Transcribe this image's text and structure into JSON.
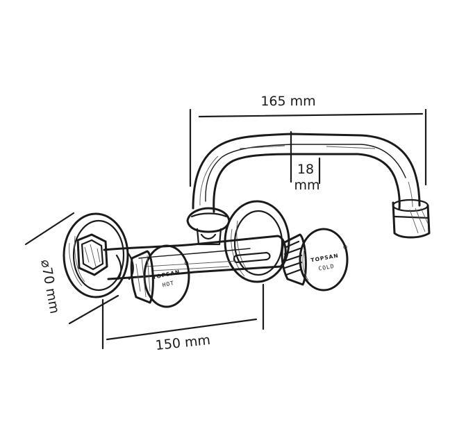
{
  "dimensions": {
    "spout_reach": "165 mm",
    "spout_diameter_value": "18",
    "spout_diameter_unit": "mm",
    "rosette_diameter": "⌀70 mm",
    "center_distance": "150 mm"
  },
  "handles": {
    "left_brand": "TOPSAN",
    "left_label": "HOT",
    "right_brand": "TOPSAN",
    "right_label": "COLD",
    "registered_mark": "®"
  },
  "colors": {
    "ink": "#1a1a1a",
    "background": "#ffffff"
  }
}
